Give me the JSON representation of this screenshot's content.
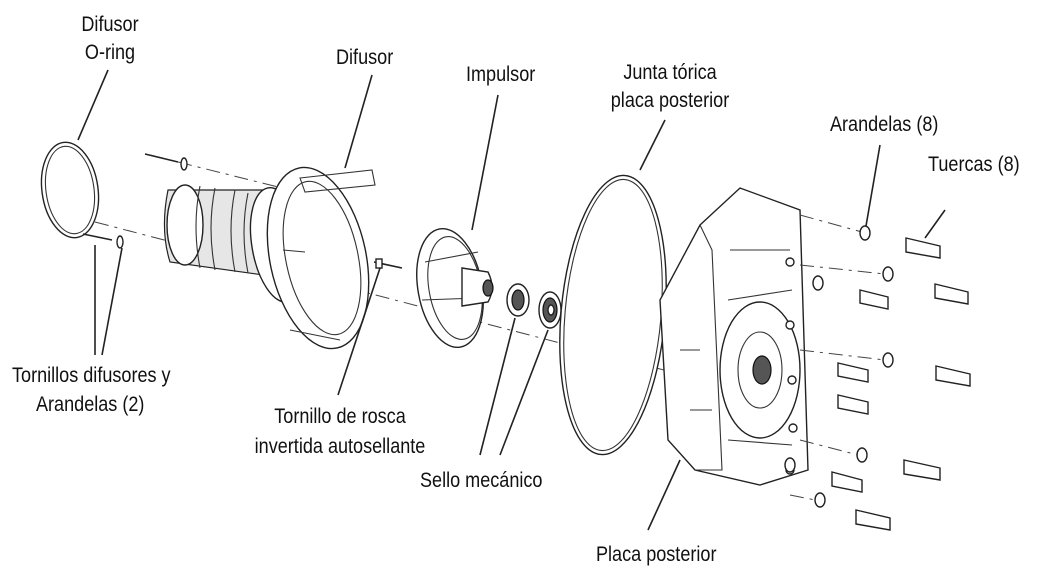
{
  "diagram": {
    "labels": {
      "difusor_oring_line1": "Difusor",
      "difusor_oring_line2": "O-ring",
      "difusor": "Difusor",
      "impulsor": "Impulsor",
      "junta_line1": "Junta tórica",
      "junta_line2": "placa posterior",
      "arandelas": "Arandelas (8)",
      "tuercas": "Tuercas (8)",
      "tornillos_line1": "Tornillos difusores y",
      "tornillos_line2": "Arandelas (2)",
      "tornillo_rosca_line1": "Tornillo de rosca",
      "tornillo_rosca_line2": "invertida autosellante",
      "sello": "Sello mecánico",
      "placa": "Placa posterior"
    },
    "line_color": "#222222",
    "background": "#ffffff"
  }
}
